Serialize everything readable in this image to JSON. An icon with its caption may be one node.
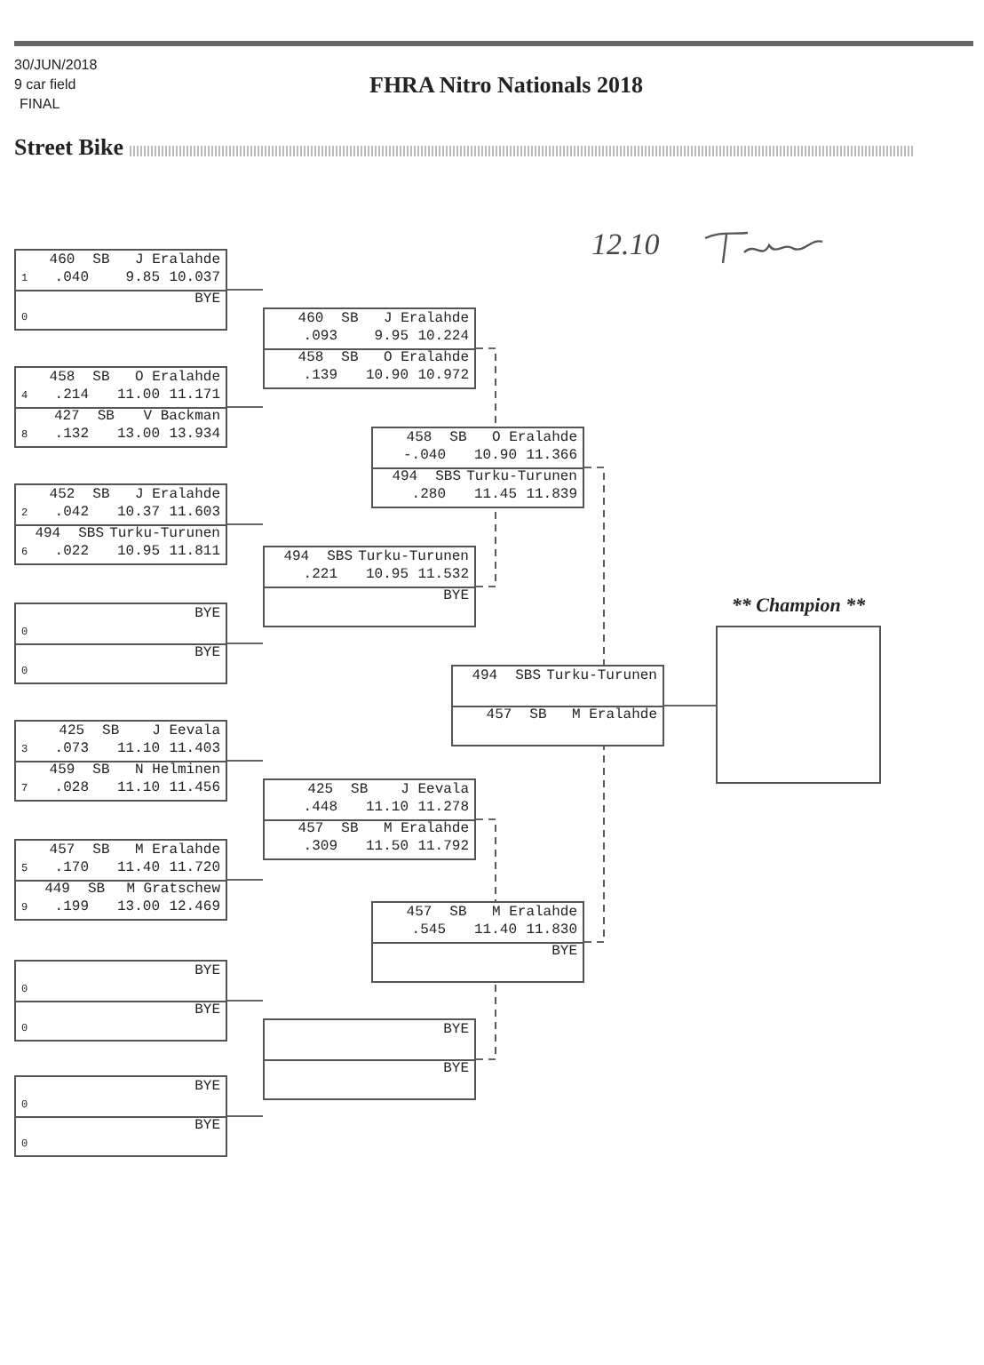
{
  "diagram": {
    "title": "FHRA Nitro Nationals 2018",
    "nodes": [
      {
        "text": [],
        "shape": "box"
      },
      {
        "text": [
          "460",
          "SB",
          "J Eralahde",
          "1",
          ".040",
          "9.85",
          "10.037"
        ],
        "in": 0
      },
      {
        "text": [
          "BYE",
          "0"
        ],
        "in": 0
      },
      {
        "text": [],
        "shape": "box"
      },
      {
        "text": [
          "458",
          "SB",
          "O Eralahde",
          "4",
          ".214",
          "11.00",
          "11.171"
        ],
        "in": 3
      },
      {
        "text": [
          "427",
          "SB",
          "V Backman",
          "8",
          ".132",
          "13.00",
          "13.934"
        ],
        "in": 3
      },
      {
        "text": [],
        "shape": "box"
      },
      {
        "text": [
          "452",
          "SB",
          "J Eralahde",
          "2",
          ".042",
          "10.37",
          "11.603"
        ],
        "in": 6
      },
      {
        "text": [
          "494",
          "SBS",
          "Turku-Turunen",
          "6",
          ".022",
          "10.95",
          "11.811"
        ],
        "in": 6
      },
      {
        "text": [],
        "shape": "box"
      },
      {
        "text": [
          "BYE",
          "0"
        ],
        "in": 9
      },
      {
        "text": [
          "BYE",
          "0"
        ],
        "in": 9
      },
      {
        "text": [],
        "shape": "box"
      },
      {
        "text": [
          "425",
          "SB",
          "J Eevala",
          "3",
          ".073",
          "11.10",
          "11.403"
        ],
        "in": 12
      },
      {
        "text": [
          "459",
          "SB",
          "N Helminen",
          "7",
          ".028",
          "11.10",
          "11.456"
        ],
        "in": 12
      },
      {
        "text": [],
        "shape": "box"
      },
      {
        "text": [
          "457",
          "SB",
          "M Eralahde",
          "5",
          ".170",
          "11.40",
          "11.720"
        ],
        "in": 15
      },
      {
        "text": [
          "449",
          "SB",
          "M Gratschew",
          "9",
          ".199",
          "13.00",
          "12.469"
        ],
        "in": 15
      },
      {
        "text": [],
        "shape": "box"
      },
      {
        "text": [
          "BYE",
          "0"
        ],
        "in": 18
      },
      {
        "text": [
          "BYE",
          "0"
        ],
        "in": 18
      },
      {
        "text": [],
        "shape": "box"
      },
      {
        "text": [
          "BYE",
          "0"
        ],
        "in": 21
      },
      {
        "text": [
          "BYE",
          "0"
        ],
        "in": 21
      },
      {
        "text": [],
        "shape": "box"
      },
      {
        "text": [
          "460",
          "SB",
          "J Eralahde",
          ".093",
          "9.95",
          "10.224"
        ],
        "in": 24
      },
      {
        "text": [
          "458",
          "SB",
          "O Eralahde",
          ".139",
          "10.90",
          "10.972"
        ],
        "in": 24
      },
      {
        "text": [],
        "shape": "box"
      },
      {
        "text": [
          "494",
          "SBS",
          "Turku-Turunen",
          ".221",
          "10.95",
          "11.532"
        ],
        "in": 27
      },
      {
        "text": [
          "BYE"
        ],
        "in": 27
      },
      {
        "text": [],
        "shape": "box"
      },
      {
        "text": [
          "425",
          "SB",
          "J Eevala",
          ".448",
          "11.10",
          "11.278"
        ],
        "in": 30
      },
      {
        "text": [
          "457",
          "SB",
          "M Eralahde",
          ".309",
          "11.50",
          "11.792"
        ],
        "in": 30
      },
      {
        "text": [],
        "shape": "box"
      },
      {
        "text": [
          "BYE"
        ],
        "in": 33
      },
      {
        "text": [
          "BYE"
        ],
        "in": 33
      },
      {
        "text": [],
        "shape": "box"
      },
      {
        "text": [
          "458",
          "SB",
          "O Eralahde",
          "-.040",
          "10.90",
          "11.366"
        ],
        "in": 36
      },
      {
        "text": [
          "494",
          "SBS",
          "Turku-Turunen",
          ".280",
          "11.45",
          "11.839"
        ],
        "in": 36
      },
      {
        "text": [],
        "shape": "box"
      },
      {
        "text": [
          "457",
          "SB",
          "M Eralahde",
          ".545",
          "11.40",
          "11.830"
        ],
        "in": 39
      },
      {
        "text": [
          "BYE"
        ],
        "in": 39
      },
      {
        "text": [],
        "shape": "box"
      },
      {
        "text": [
          "494",
          "SBS",
          "Turku-Turunen"
        ],
        "in": 42
      },
      {
        "text": [
          "457",
          "SB",
          "M Eralahde"
        ],
        "in": 42
      },
      {
        "text": [],
        "shape": "box"
      }
    ],
    "edges": [
      {
        "from": 0,
        "to": 24,
        "arrow": "none"
      },
      {
        "from": 3,
        "to": 24,
        "arrow": "none"
      },
      {
        "from": 6,
        "to": 27,
        "arrow": "none"
      },
      {
        "from": 9,
        "to": 27,
        "arrow": "none"
      },
      {
        "from": 12,
        "to": 30,
        "arrow": "none"
      },
      {
        "from": 15,
        "to": 30,
        "arrow": "none"
      },
      {
        "from": 18,
        "to": 33,
        "arrow": "none"
      },
      {
        "from": 21,
        "to": 33,
        "arrow": "none"
      },
      {
        "from": 24,
        "to": 36,
        "arrow": "none",
        "style": "dashed"
      },
      {
        "from": 27,
        "to": 36,
        "arrow": "none",
        "style": "dashed"
      },
      {
        "from": 30,
        "to": 39,
        "arrow": "none",
        "style": "dashed"
      },
      {
        "from": 33,
        "to": 39,
        "arrow": "none",
        "style": "dashed"
      },
      {
        "from": 36,
        "to": 42,
        "arrow": "none",
        "style": "dashed"
      },
      {
        "from": 39,
        "to": 42,
        "arrow": "none",
        "style": "dashed"
      },
      {
        "from": 42,
        "to": 45,
        "arrow": "none"
      }
    ],
    "labels": [
      "30/JUN/2018",
      "9 car field",
      "FINAL",
      "Street Bike",
      "12.10",
      "** Champion **"
    ]
  }
}
